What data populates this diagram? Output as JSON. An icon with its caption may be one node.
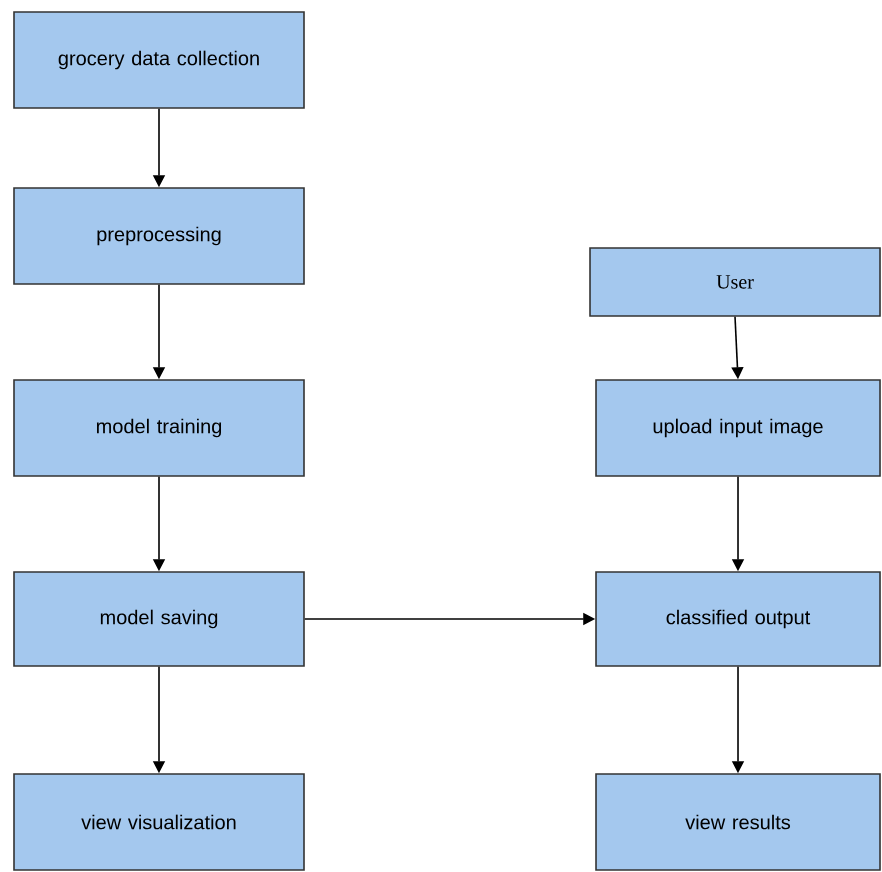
{
  "diagram": {
    "nodes": [
      {
        "text": [
          "grocery data collection"
        ]
      },
      {
        "text": [
          "preprocessing"
        ]
      },
      {
        "text": [
          "model training"
        ]
      },
      {
        "text": [
          "model saving"
        ]
      },
      {
        "text": [
          "view visualization"
        ]
      },
      {
        "text": [
          "User"
        ]
      },
      {
        "text": [
          "upload input image"
        ]
      },
      {
        "text": [
          "classified output"
        ]
      },
      {
        "text": [
          "view results"
        ]
      }
    ],
    "edges": [
      {
        "from": 0,
        "to": 1,
        "arrow": "to"
      },
      {
        "from": 1,
        "to": 2,
        "arrow": "to"
      },
      {
        "from": 2,
        "to": 3,
        "arrow": "to"
      },
      {
        "from": 3,
        "to": 4,
        "arrow": "to"
      },
      {
        "from": 5,
        "to": 6,
        "arrow": "to"
      },
      {
        "from": 6,
        "to": 7,
        "arrow": "to"
      },
      {
        "from": 7,
        "to": 8,
        "arrow": "to"
      },
      {
        "from": 3,
        "to": 7,
        "arrow": "to"
      }
    ]
  }
}
